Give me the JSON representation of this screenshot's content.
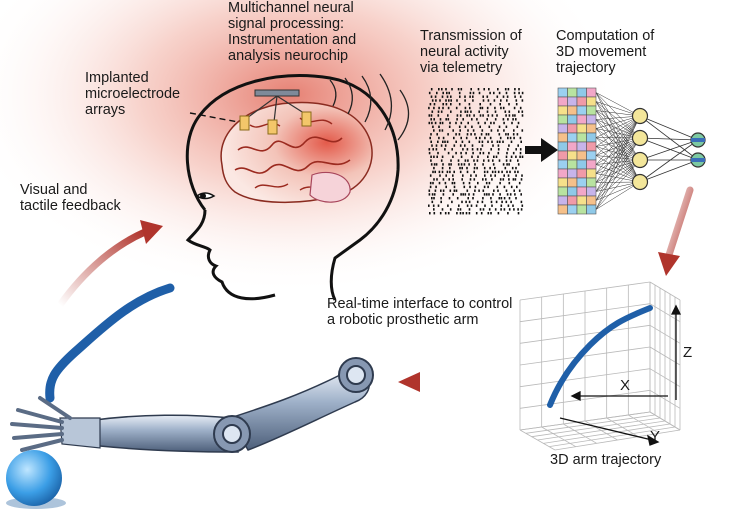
{
  "labels": {
    "signal_processing": "Multichannel neural\nsignal processing:\nInstrumentation and\nanalysis neurochip",
    "transmission": "Transmission of\nneural activity\nvia telemetry",
    "computation": "Computation of\n3D movement\ntrajectory",
    "electrodes": "Implanted\nmicroelectrode\narrays",
    "feedback": "Visual and\ntactile feedback",
    "interface": "Real-time interface to control\na robotic prosthetic arm",
    "trajectory": "3D arm trajectory"
  },
  "axes": {
    "z": "Z",
    "x": "X",
    "y": "Y"
  },
  "colors": {
    "arrow_red": "#b0342c",
    "trajectory_blue": "#1f5fa8",
    "glow": "#e8847a",
    "brain_red": "#c0392b"
  }
}
